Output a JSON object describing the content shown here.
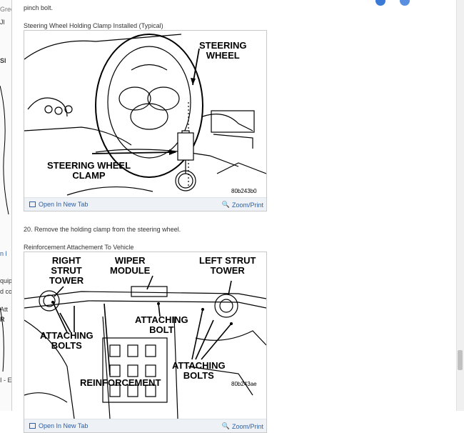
{
  "background_fragments": [
    "Green",
    "Jl",
    "Sl",
    "n l",
    "quip",
    "d co",
    "Att",
    "R",
    "I - Ea"
  ],
  "intro_text": "pinch bolt.",
  "figures": [
    {
      "caption": "Steering Wheel Holding Clamp Installed (Typical)",
      "callouts": [
        "STEERING\nWHEEL",
        "STEERING WHEEL\nCLAMP"
      ],
      "code": "80b243b0",
      "open_label": "Open In New Tab",
      "zoom_label": "Zoom/Print"
    },
    {
      "caption": "Reinforcement Attachement To Vehicle",
      "callouts": [
        "RIGHT\nSTRUT\nTOWER",
        "WIPER\nMODULE",
        "LEFT STRUT\nTOWER",
        "ATTACHING\nBOLT",
        "ATTACHING\nBOLTS",
        "ATTACHING\nBOLTS",
        "REINFORCEMENT"
      ],
      "code": "80b243ae",
      "open_label": "Open In New Tab",
      "zoom_label": "Zoom/Print"
    }
  ],
  "step_text": "20. Remove the holding clamp from the steering wheel.",
  "colors": {
    "link": "#2a5fa8",
    "bar_bg": "#eef2f7"
  }
}
